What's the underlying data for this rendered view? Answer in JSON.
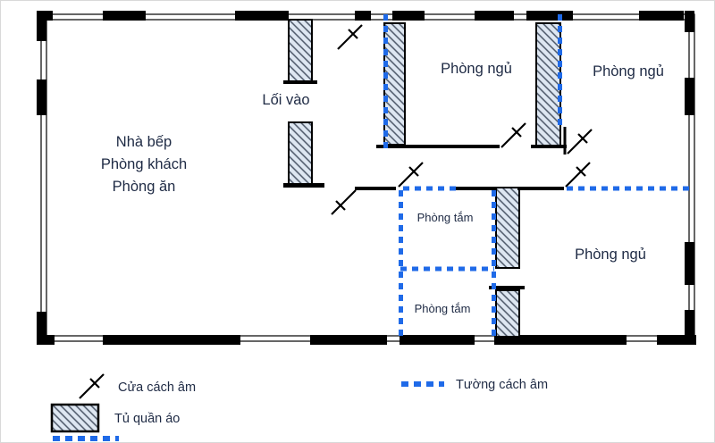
{
  "rooms": {
    "main_area_lines": [
      "Nhà bếp",
      "Phòng khách",
      "Phòng ăn"
    ],
    "entrance": "Lối vào",
    "bedroom_top_center": "Phòng ngủ",
    "bedroom_top_right": "Phòng ngủ",
    "bathroom_upper": "Phòng tắm",
    "bathroom_lower": "Phòng tắm",
    "bedroom_bottom_right": "Phòng ngủ"
  },
  "legend": {
    "soundproof_door_label": "Cửa cách âm",
    "soundproof_wall_label": "Tường cách âm",
    "wardrobe_label": "Tủ quần áo"
  },
  "colors": {
    "wall_black": "#000000",
    "soundproof_blue": "#1f6ae8",
    "wardrobe_fill": "#dee7f2",
    "wardrobe_hatch_line": "#4a5566",
    "label_text": "#1e2a44"
  }
}
